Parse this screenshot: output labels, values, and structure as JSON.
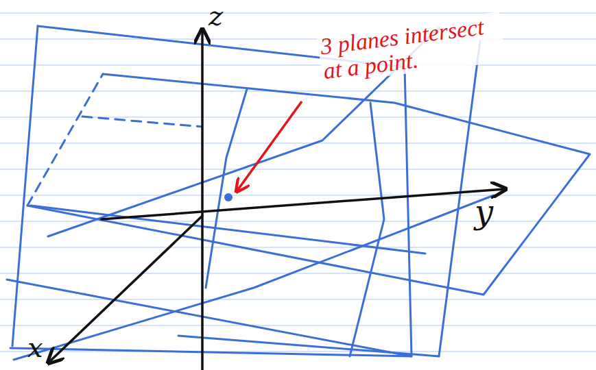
{
  "diagram": {
    "labels": [
      "z",
      "y",
      "x",
      "3 planes intersect at a point."
    ]
  }
}
